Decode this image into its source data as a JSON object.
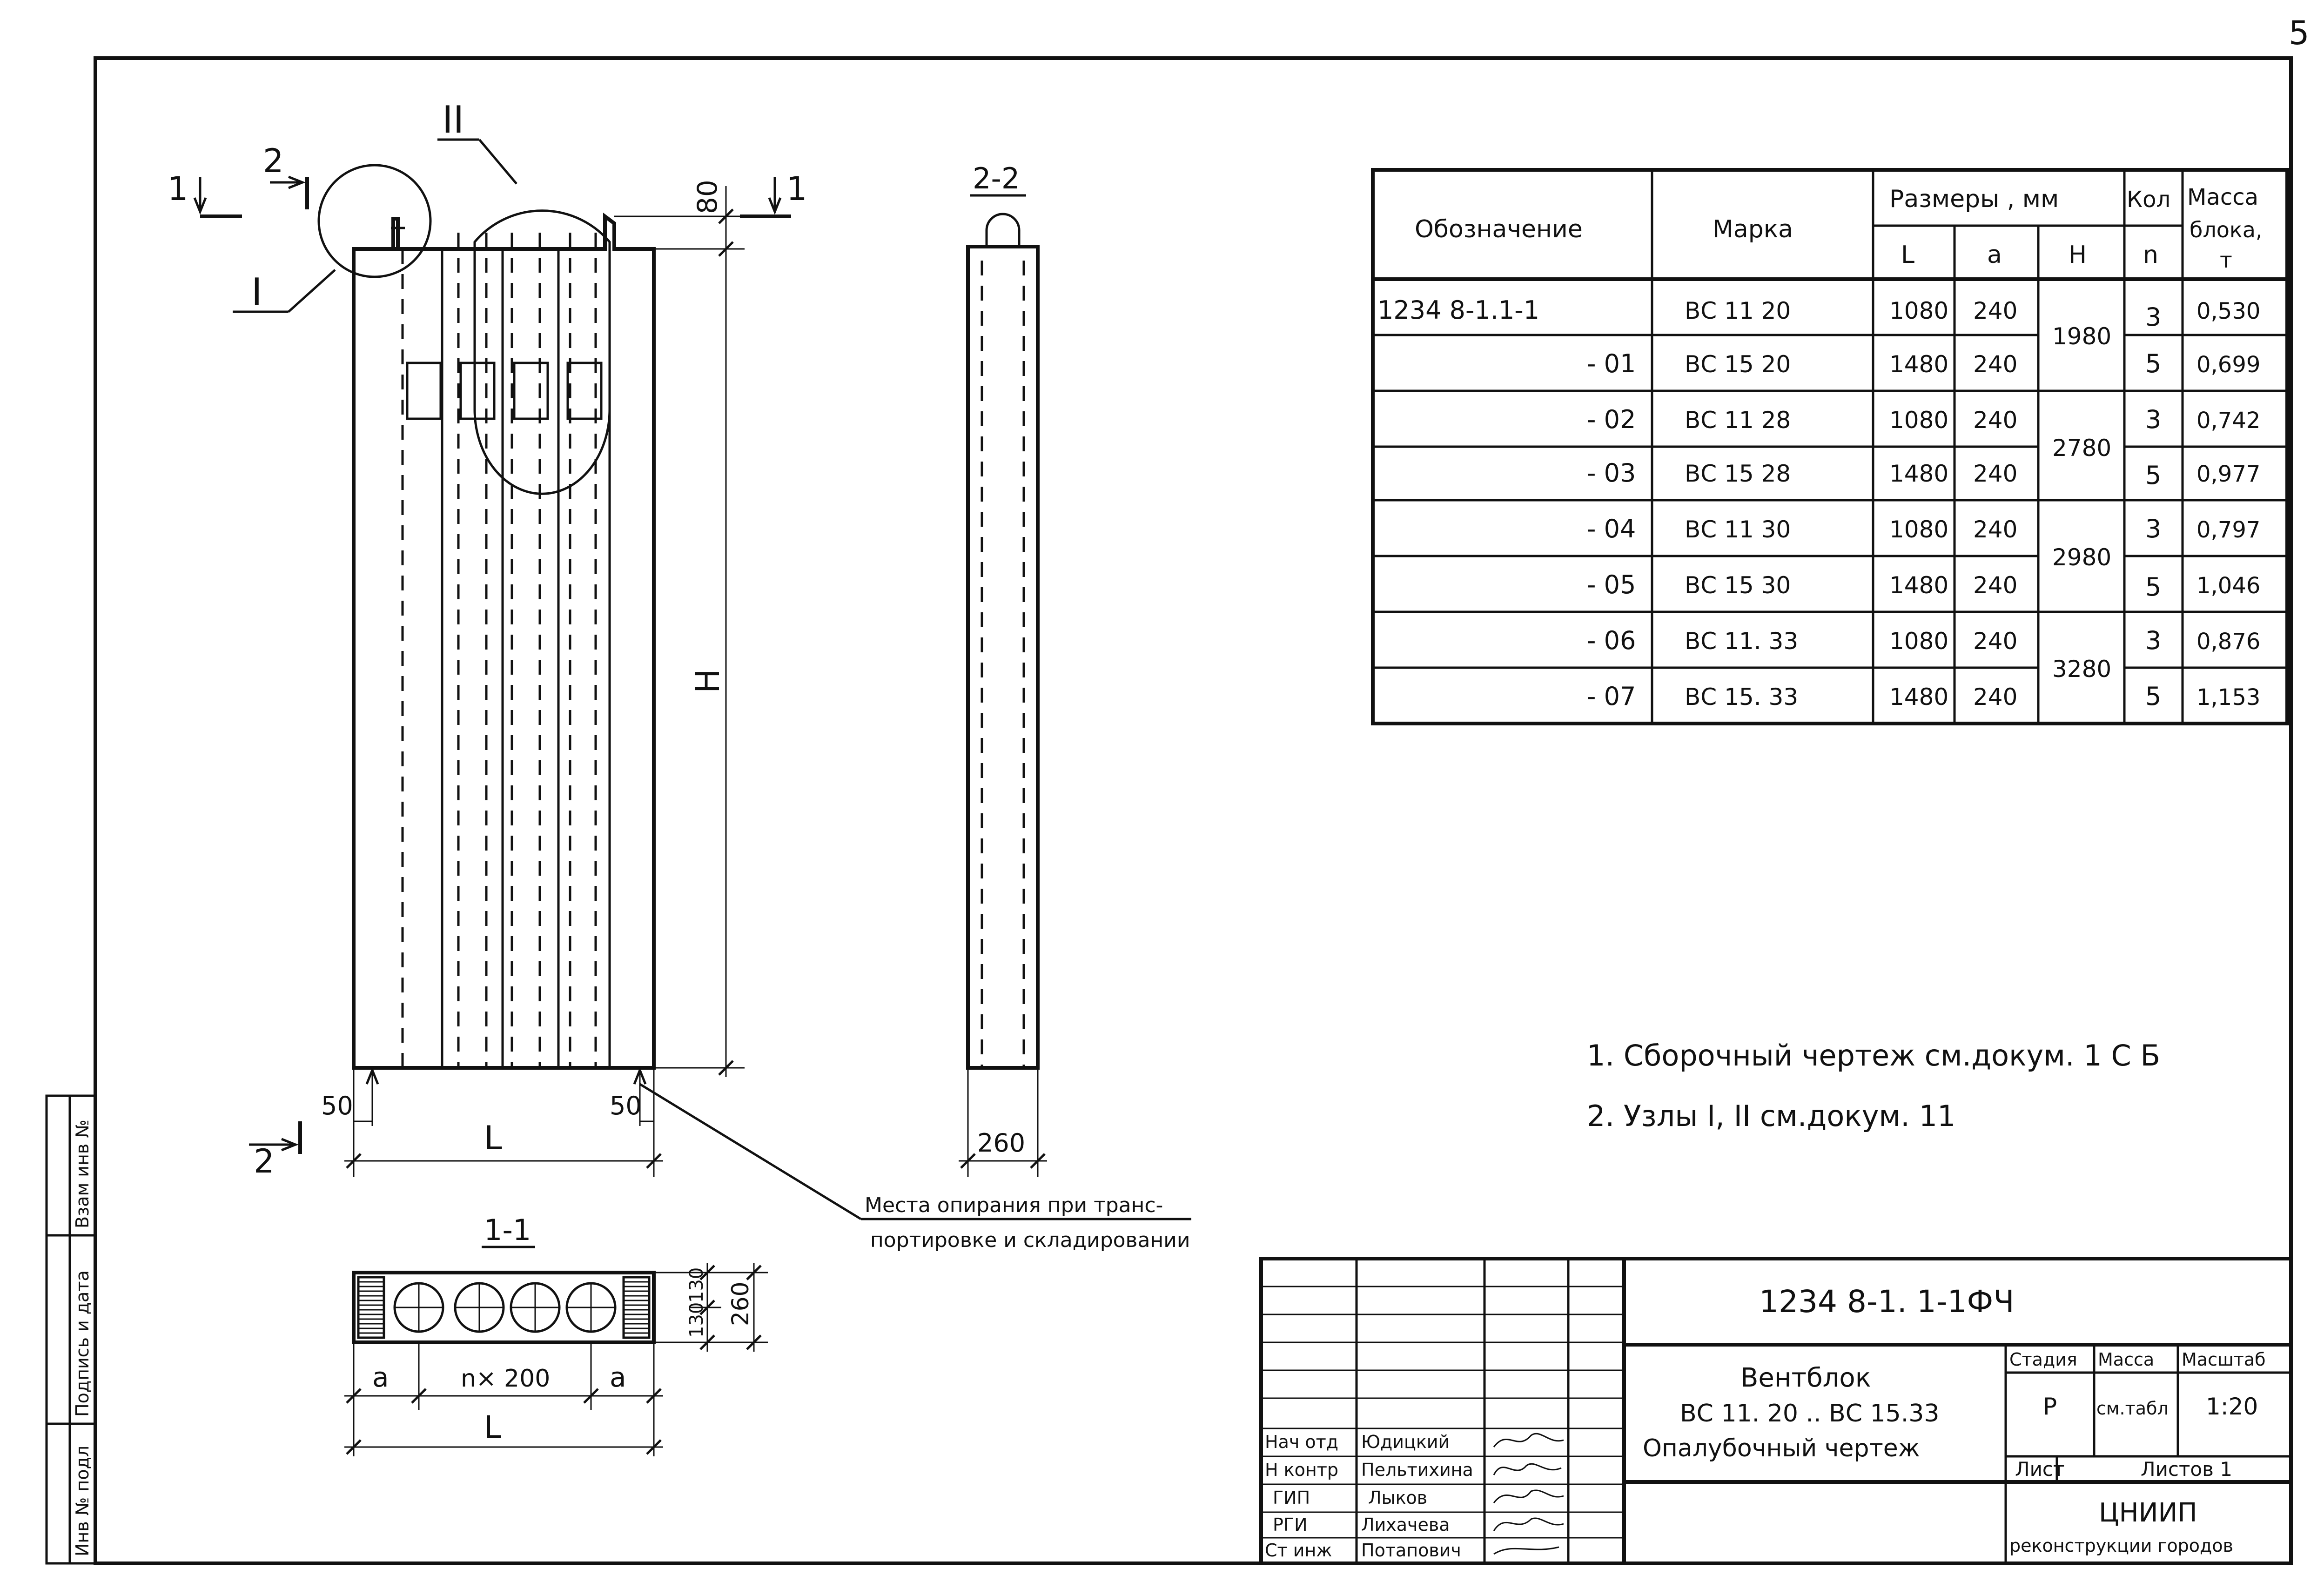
{
  "page_number": "5",
  "views": {
    "cut_1": "1",
    "cut_2": "2",
    "node_1": "I",
    "node_2": "II",
    "section_2_2": "2-2",
    "section_1_1": "1-1"
  },
  "dims": {
    "top_80": "80",
    "h": "H",
    "l": "L",
    "a": "a",
    "n200": "n× 200",
    "d50": "50",
    "d260": "260",
    "d130": "130"
  },
  "support_note": {
    "line1": "Места опирания при транс-",
    "line2": "портировке и складировании"
  },
  "notes": [
    "1. Сборочный чертеж см.докум. 1 С Б",
    "2. Узлы I, II см.докум. 11"
  ],
  "table": {
    "headers": {
      "designation": "Обозначение",
      "mark": "Марка",
      "sizes": "Размеры , мм",
      "l": "L",
      "a": "a",
      "h": "H",
      "qty": "Кол",
      "n": "n",
      "mass": "Масса",
      "mass2": "блока,",
      "mass_unit": "т"
    },
    "rows": [
      {
        "designation": "1234 8-1.1-1",
        "mark": "ВС 11 20",
        "l": "1080",
        "a": "240",
        "n": "3",
        "mass": "0,530"
      },
      {
        "designation": "- 01",
        "mark": "ВС 15 20",
        "l": "1480",
        "a": "240",
        "n": "5",
        "mass": "0,699"
      },
      {
        "designation": "- 02",
        "mark": "ВС 11 28",
        "l": "1080",
        "a": "240",
        "n": "3",
        "mass": "0,742"
      },
      {
        "designation": "- 03",
        "mark": "ВС 15 28",
        "l": "1480",
        "a": "240",
        "n": "5",
        "mass": "0,977"
      },
      {
        "designation": "- 04",
        "mark": "ВС 11 30",
        "l": "1080",
        "a": "240",
        "n": "3",
        "mass": "0,797"
      },
      {
        "designation": "- 05",
        "mark": "ВС 15 30",
        "l": "1480",
        "a": "240",
        "n": "5",
        "mass": "1,046"
      },
      {
        "designation": "- 06",
        "mark": "ВС 11. 33",
        "l": "1080",
        "a": "240",
        "n": "3",
        "mass": "0,876"
      },
      {
        "designation": "- 07",
        "mark": "ВС 15. 33",
        "l": "1480",
        "a": "240",
        "n": "5",
        "mass": "1,153"
      }
    ],
    "h_groups": [
      "1980",
      "2780",
      "2980",
      "3280"
    ]
  },
  "title_block": {
    "doc_code": "1234 8-1. 1-1ФЧ",
    "name1": "Вентблок",
    "name2": "ВС 11. 20 .. ВС 15.33",
    "name3": "Опалубочный чертеж",
    "stage_label": "Стадия",
    "mass_label": "Масса",
    "scale_label": "Масштаб",
    "stage": "Р",
    "mass": "см.табл",
    "scale": "1:20",
    "sheet_label": "Лист",
    "sheets_label": "Листов 1",
    "org1": "ЦНИИП",
    "org2": "реконструкции городов",
    "roles": [
      "Нач отд",
      "Н контр",
      "ГИП",
      "РГИ",
      "Ст инж"
    ],
    "names": [
      "Юдицкий",
      "Пельтихина",
      "Лыков",
      "Лихачева",
      "Потапович"
    ]
  },
  "side_stamp": [
    "Взам инв №",
    "Подпись и дата",
    "Инв № подл"
  ]
}
